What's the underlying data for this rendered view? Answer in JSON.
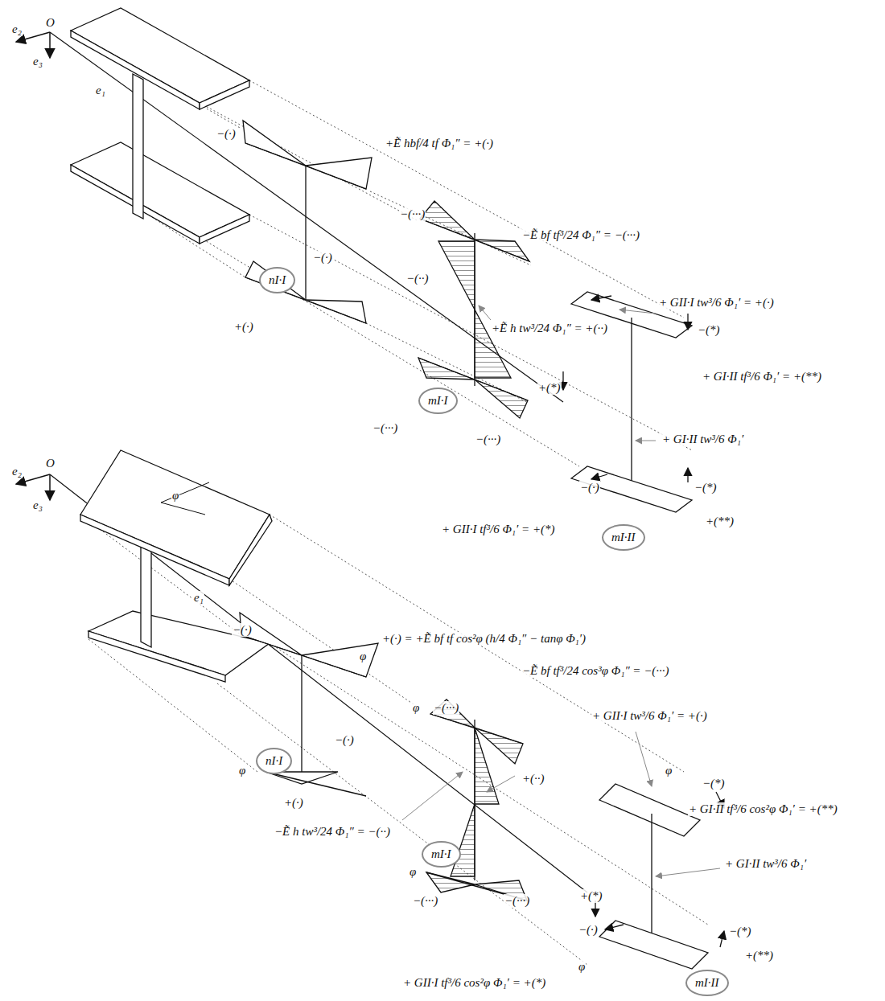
{
  "diagram": {
    "nodes": [
      {
        "text": [
          "nI·I"
        ]
      },
      {
        "text": [
          "mI·I"
        ]
      },
      {
        "text": [
          "mI·II"
        ]
      },
      {
        "text": [
          "nI·I"
        ]
      },
      {
        "text": [
          "mI·I"
        ]
      },
      {
        "text": [
          "mI·II"
        ]
      }
    ],
    "labels": [
      "e₂",
      "O",
      "e₃",
      "e₁",
      "−(·)",
      "+Ẽ hbf/4 tf Φ₁″ = +(·)",
      "−(·)",
      "+(·)",
      "−(···)",
      "−Ẽ bf tf³/24 Φ₁″ = −(···)",
      "−(··)",
      "+Ẽ h tw³/24 Φ₁″ = +(··)",
      "−(···)",
      "−(···)",
      "+ GII·I tw³/6 Φ₁′ = +(·)",
      "−(*)",
      "+ GI·II tf³/6 Φ₁′ = +(**)",
      "+(*)",
      "+ GI·II tw³/6 Φ₁′",
      "−(*)",
      "−(·)",
      "+ GII·I tf³/6 Φ₁′ = +(*)",
      "+(**)",
      "e₂",
      "O",
      "e₃",
      "φ",
      "e₁",
      "−(·)",
      "φ",
      "+(·) = +Ẽ bf tf cos²φ (h/4 Φ₁″ − tanφ Φ₁′)",
      "−Ẽ bf tf³/24 cos³φ Φ₁″ = −(···)",
      "−(·)",
      "φ",
      "+(·)",
      "φ",
      "−(···)",
      "−Ẽ h tw³/24 Φ₁″ = −(··)",
      "+(··)",
      "φ",
      "−(···)",
      "−(···)",
      "+ GII·I tw³/6 Φ₁′ = +(·)",
      "φ",
      "−(*)",
      "+ GI·II tf³/6 cos²φ Φ₁′ = +(**)",
      "+ GI·II tw³/6 Φ₁′",
      "+(*)",
      "−(·)",
      "−(*)",
      "+(**)",
      "φ",
      "+ GII·I tf³/6 cos²φ Φ₁′ = +(*)"
    ]
  }
}
